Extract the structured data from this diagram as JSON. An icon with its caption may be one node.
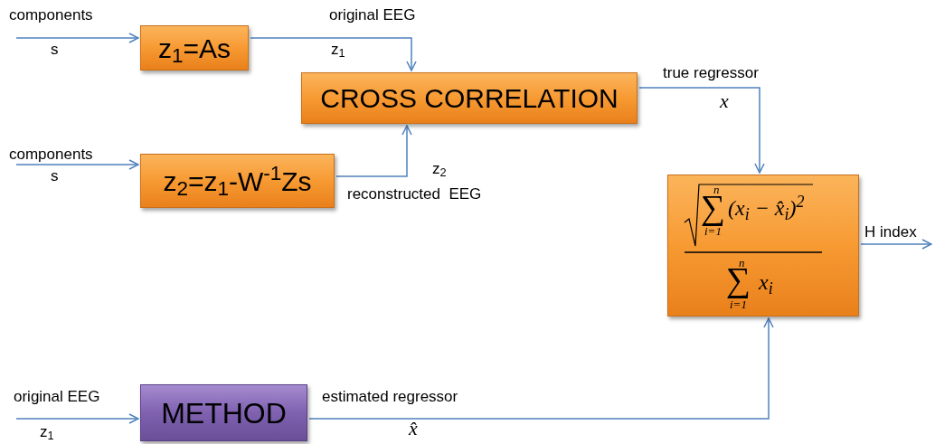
{
  "diagram": {
    "nodes": [
      {
        "text": [
          "z$_{1}$=As"
        ]
      },
      {
        "text": [
          "CROSS CORRELATION"
        ]
      },
      {
        "text": [
          "z$_{2}$=z$_{1}$-W$^{-1}$Zs"
        ]
      },
      {
        "text": [
          "n",
          "∑",
          "i=1",
          "(x$_{i}$ − x̂$_{i}$)$^{2}$",
          "n",
          "∑",
          "i=1",
          "x$_{i}$"
        ]
      },
      {
        "text": [
          "METHOD"
        ]
      }
    ],
    "edges": [
      {
        "from": null,
        "to": 0,
        "arrow": "to",
        "label": "components"
      },
      {
        "from": 0,
        "to": 1,
        "arrow": "to",
        "label": "original EEG"
      },
      {
        "from": null,
        "to": 2,
        "arrow": "to",
        "label": "components"
      },
      {
        "from": 2,
        "to": 1,
        "arrow": "to",
        "label": "reconstructed  EEG"
      },
      {
        "from": 1,
        "to": 3,
        "arrow": "to",
        "label": "true regressor"
      },
      {
        "from": 4,
        "to": 3,
        "arrow": "to",
        "label": "estimated regressor"
      },
      {
        "from": 3,
        "to": null,
        "arrow": "to",
        "label": "H index"
      },
      {
        "from": null,
        "to": 4,
        "arrow": "to",
        "label": "original EEG"
      }
    ],
    "labels": [
      "s",
      "z$_{1}$",
      "s",
      "z$_{2}$",
      "*x*",
      "x̂",
      "z$_{1}$"
    ]
  }
}
